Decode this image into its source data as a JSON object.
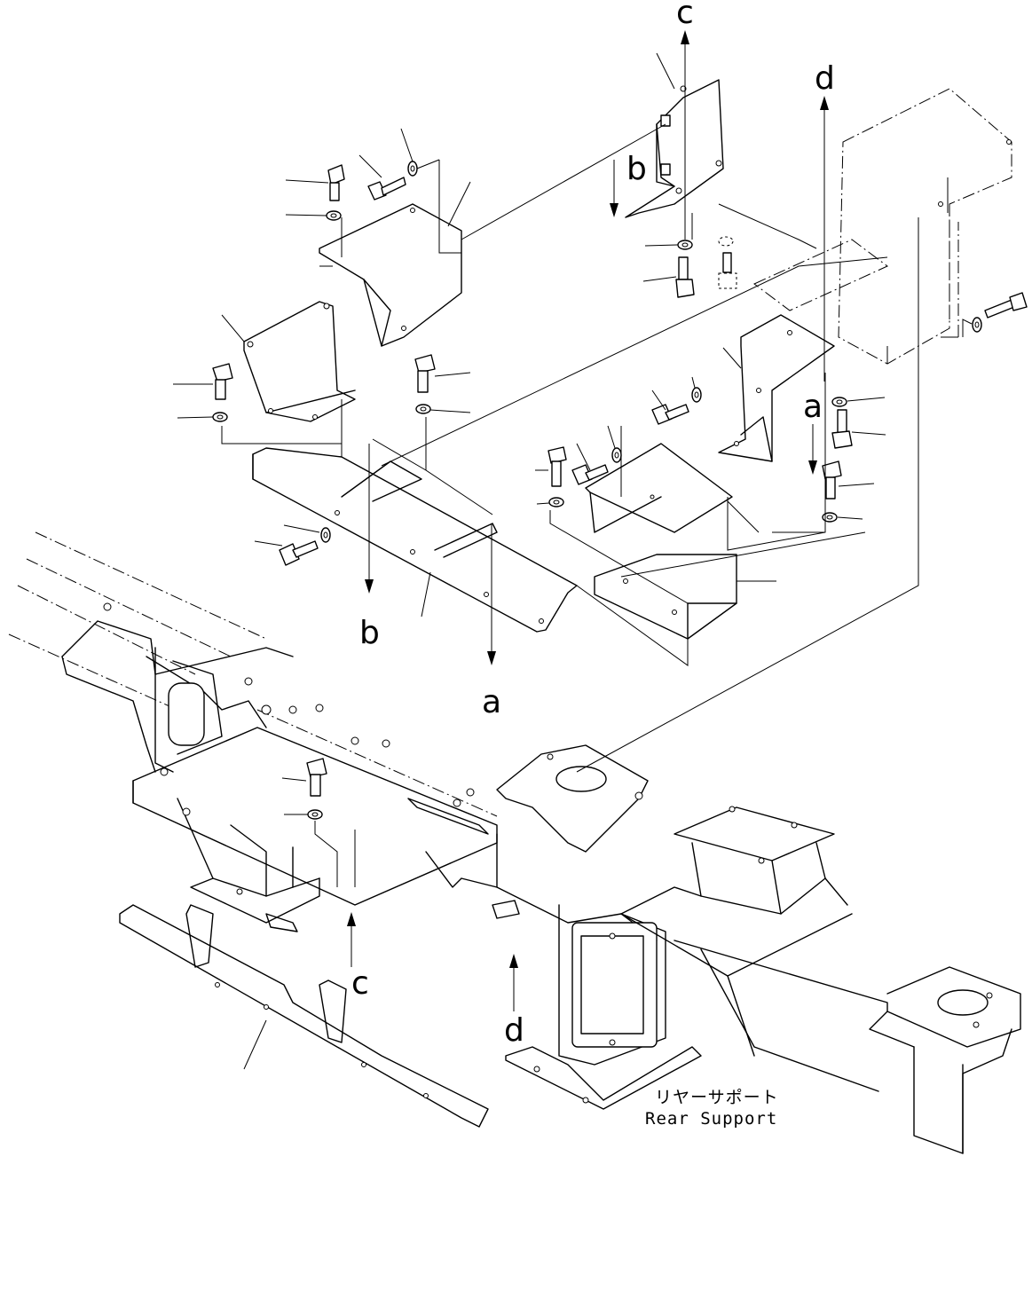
{
  "markers": {
    "a": "a",
    "b": "b",
    "c": "c",
    "d": "d"
  },
  "caption": {
    "japanese": "リヤーサポート",
    "english": "Rear Support"
  }
}
